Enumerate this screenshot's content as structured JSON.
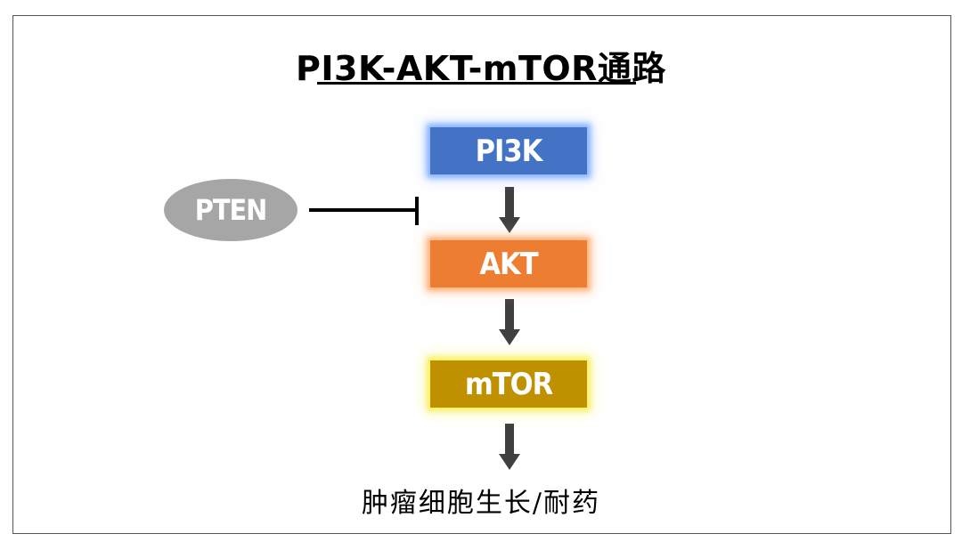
{
  "diagram": {
    "title": "PI3K-AKT-mTOR通路",
    "nodes": {
      "pi3k": "PI3K",
      "akt": "AKT",
      "mtor": "mTOR",
      "pten": "PTEN"
    },
    "outcome": "肿瘤细胞生长/耐药"
  },
  "colors": {
    "pi3k": "#4472c4",
    "akt": "#ed7d31",
    "mtor": "#bf9000",
    "pten": "#a6a6a6",
    "arrow": "#404040"
  }
}
